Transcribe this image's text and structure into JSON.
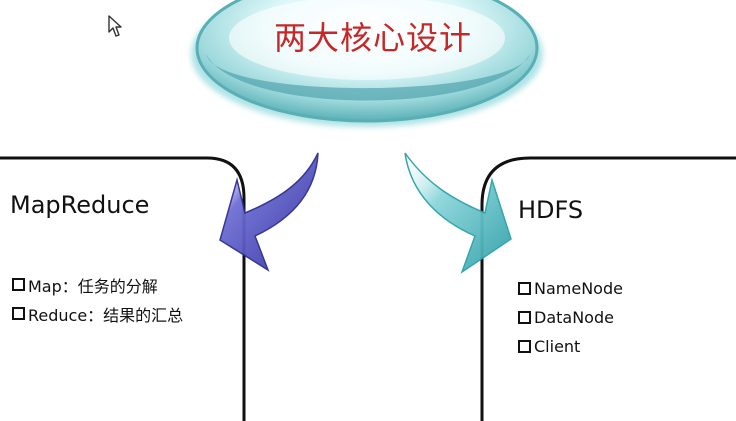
{
  "diagram": {
    "title": "两大核心设计",
    "left_box": {
      "title": "MapReduce",
      "items": [
        "Map：任务的分解",
        "Reduce：结果的汇总"
      ]
    },
    "right_box": {
      "title": "HDFS",
      "items": [
        "NameNode",
        "DataNode",
        "Client"
      ]
    }
  },
  "colors": {
    "title_text": "#c62828",
    "left_arrow": "#3d3da8",
    "right_arrow": "#57b9bf",
    "ellipse_teal": "#66c1c5",
    "box_border": "#111111"
  }
}
